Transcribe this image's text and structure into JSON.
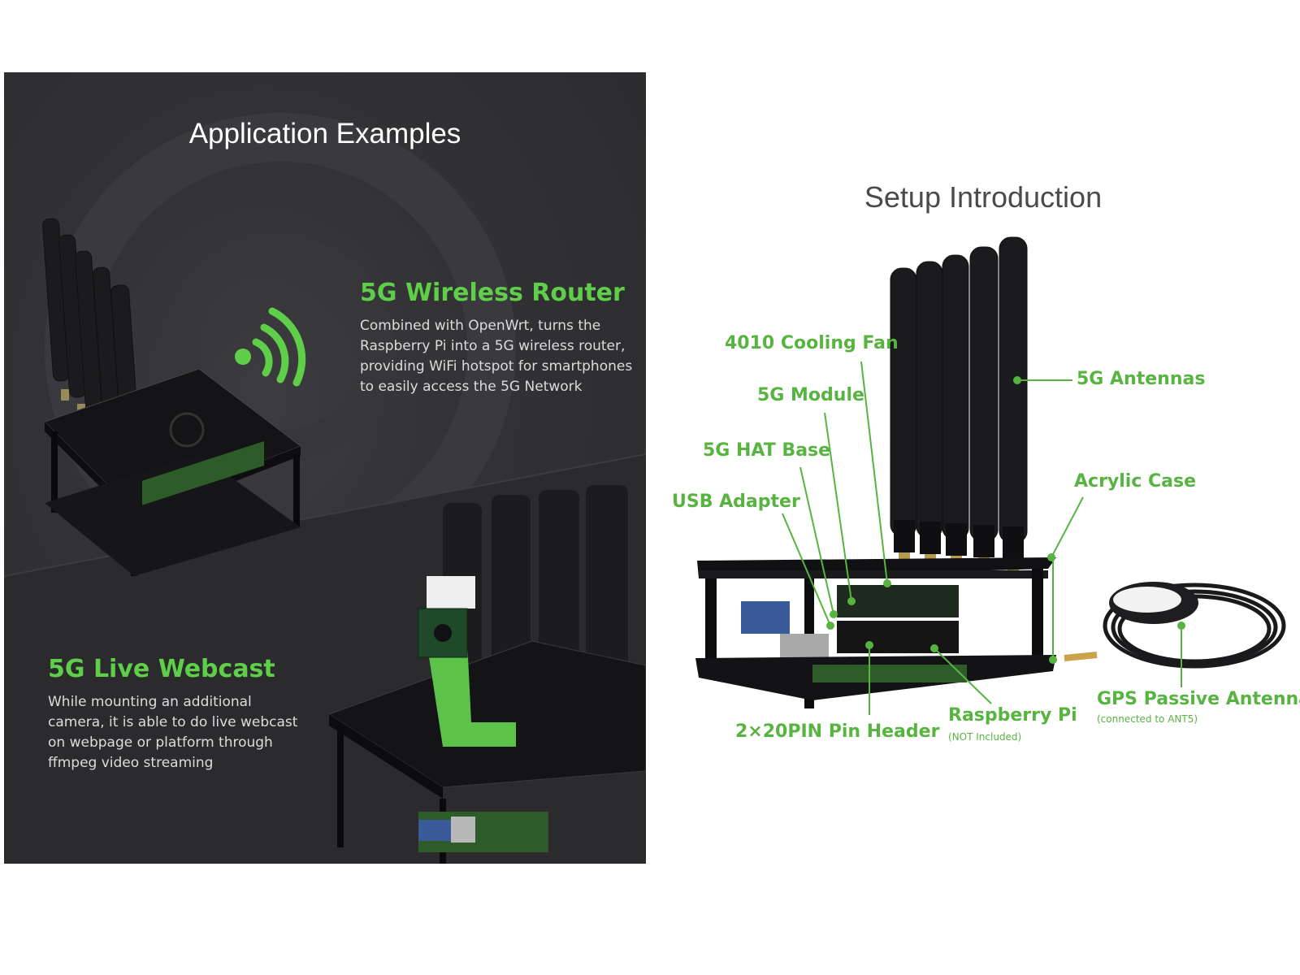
{
  "left_panel": {
    "title": "Application Examples",
    "features": [
      {
        "title": "5G Wireless Router",
        "description_lines": [
          "Combined with OpenWrt, turns the",
          "Raspberry Pi into a 5G wireless router,",
          "providing WiFi hotspot for smartphones",
          "to easily access the 5G Network"
        ],
        "icon": "wifi-signal-icon"
      },
      {
        "title": "5G Live Webcast",
        "description_lines": [
          "While mounting an additional",
          "camera, it is able to do live webcast",
          "on webpage or platform through",
          "ffmpeg video streaming"
        ],
        "icon": "camera-module-icon"
      }
    ],
    "colors": {
      "background": "#2e2e31",
      "accent": "#5fcf4a",
      "text": "#dcdcdc"
    }
  },
  "setup": {
    "title": "Setup Introduction",
    "labels": {
      "cooling_fan": "4010 Cooling Fan",
      "module_5g": "5G Module",
      "hat_base": "5G HAT Base",
      "usb_adapter": "USB Adapter",
      "antennas": "5G Antennas",
      "acrylic_case": "Acrylic Case",
      "pin_header": "2×20PIN Pin Header",
      "raspberry_pi": "Raspberry Pi",
      "raspberry_pi_note": "(NOT Included)",
      "gps_antenna": "GPS Passive Antenna",
      "gps_antenna_note": "(connected to ANT5)"
    },
    "colors": {
      "label": "#58b441",
      "title": "#4a4a4a"
    }
  }
}
